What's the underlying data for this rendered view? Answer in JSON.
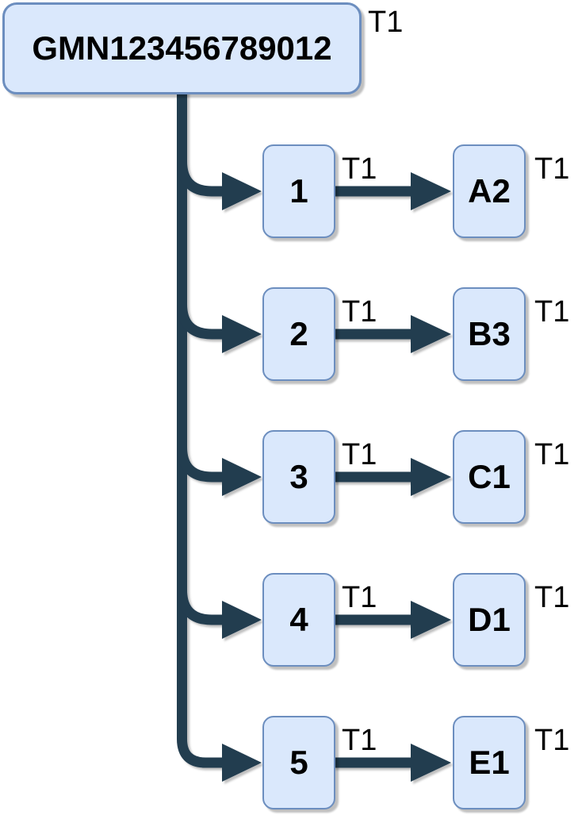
{
  "diagram": {
    "root": {
      "label": "GMN123456789012",
      "tag": "T1"
    },
    "rows": [
      {
        "source": {
          "label": "1",
          "tag": "T1"
        },
        "target": {
          "label": "A2",
          "tag": "T1"
        }
      },
      {
        "source": {
          "label": "2",
          "tag": "T1"
        },
        "target": {
          "label": "B3",
          "tag": "T1"
        }
      },
      {
        "source": {
          "label": "3",
          "tag": "T1"
        },
        "target": {
          "label": "C1",
          "tag": "T1"
        }
      },
      {
        "source": {
          "label": "4",
          "tag": "T1"
        },
        "target": {
          "label": "D1",
          "tag": "T1"
        }
      },
      {
        "source": {
          "label": "5",
          "tag": "T1"
        },
        "target": {
          "label": "E1",
          "tag": "T1"
        }
      }
    ],
    "colors": {
      "node_fill": "#dae8fc",
      "node_border": "#6c8ebf",
      "connector": "#213c50",
      "text": "#000000",
      "canvas_bg": "#ffffff"
    }
  }
}
